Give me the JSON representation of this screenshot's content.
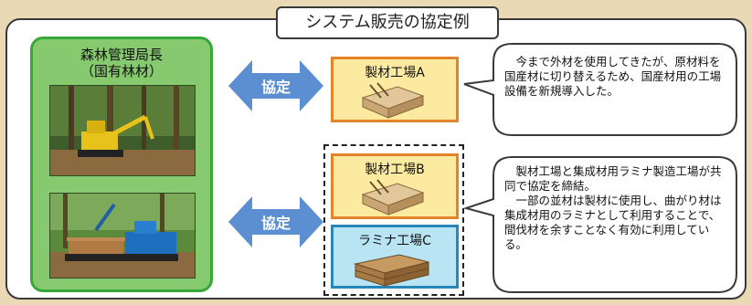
{
  "title": "システム販売の協定例",
  "left_panel": {
    "title": "森林管理局長",
    "subtitle": "（国有林材）",
    "photo_top": "harvester-photo",
    "photo_bottom": "forwarder-photo"
  },
  "arrows": [
    {
      "label": "協定"
    },
    {
      "label": "協定"
    }
  ],
  "factories": [
    {
      "label": "製材工場A",
      "icon": "lumber-stack-icon"
    },
    {
      "label": "製材工場B",
      "icon": "lumber-stack-icon"
    },
    {
      "label": "ラミナ工場C",
      "icon": "lamina-stack-icon"
    }
  ],
  "bubbles": [
    {
      "paragraphs": [
        "今まで外材を使用してきたが、原材料を国産材に切り替えるため、国産材用の工場設備を新規導入した。"
      ]
    },
    {
      "paragraphs": [
        "製材工場と集成材用ラミナ製造工場が共同で協定を締結。",
        "一部の並材は製材に使用し、曲がり材は集成材用のラミナとして利用することで、間伐材を余すことなく有効に利用している。"
      ]
    }
  ],
  "colors": {
    "background": "#e9d9b4",
    "left_panel": "#86c96f",
    "arrow": "#5b8fd1",
    "factory_yellow": "#fceaa0",
    "factory_orange_border": "#e3832a",
    "factory_blue": "#b8e4f3"
  }
}
